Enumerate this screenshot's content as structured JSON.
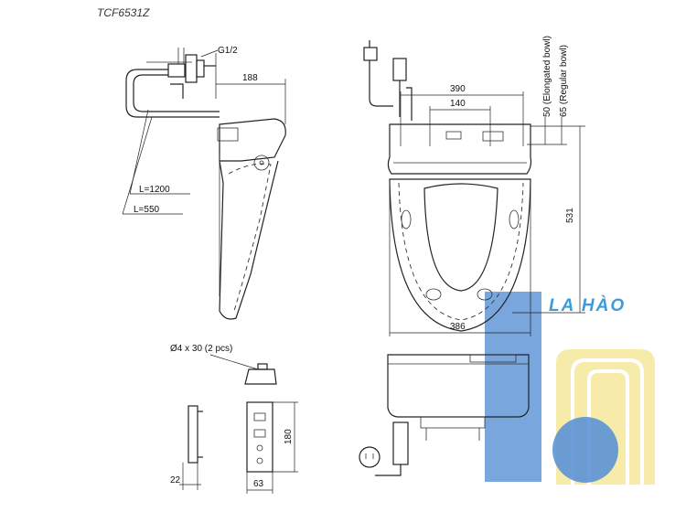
{
  "title": "TCF6531Z",
  "side_view": {
    "thread_label": "G1/2",
    "depth_dim": "188",
    "hose_long": "L=1200",
    "hose_short": "L=550"
  },
  "plan_view": {
    "bolt_spacing": "390",
    "inner_spacing": "140",
    "width_dim": "386",
    "length_dim": "531",
    "offset_elongated": "50 (Elongated bowl)",
    "offset_regular": "65 (Regular bowl)"
  },
  "bracket": {
    "screw_label": "Ø4 x 30 (2 pcs)",
    "height_dim": "180",
    "width_dim": "63",
    "thickness_dim": "22"
  },
  "logo": {
    "text": "LA HÀO",
    "blue": "#5b93d6",
    "yellow": "#f5e9a0"
  }
}
